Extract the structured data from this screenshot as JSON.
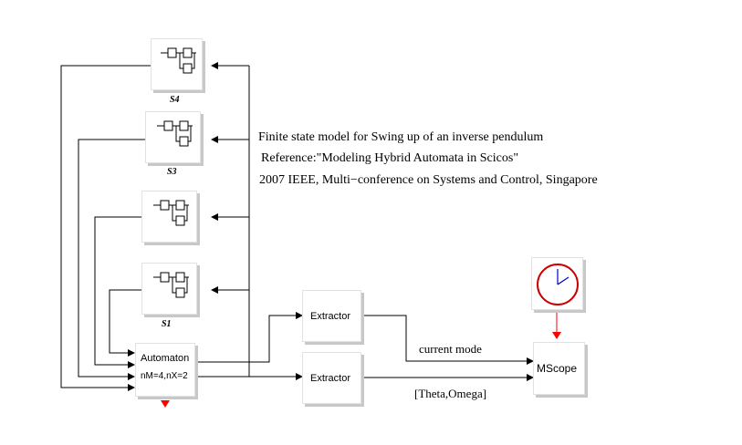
{
  "annotation": {
    "line1": "Finite state model for Swing up of an inverse pendulum",
    "line2": "Reference:\"Modeling Hybrid Automata in Scicos\"",
    "line3": "2007 IEEE, Multi−conference on Systems and Control, Singapore"
  },
  "blocks": {
    "s4_label": "S4",
    "s3_label": "S3",
    "s1_label": "S1",
    "automaton_title": "Automaton",
    "automaton_params": "nM=4,nX=2",
    "extractor1": "Extractor",
    "extractor2": "Extractor",
    "mscope": "MScope"
  },
  "links": {
    "current_mode": "current mode",
    "theta_omega": "[Theta,Omega]"
  },
  "colors": {
    "event_port": "#ff0000",
    "clock_ring": "#cc0000",
    "clock_hand": "#0000cc"
  }
}
